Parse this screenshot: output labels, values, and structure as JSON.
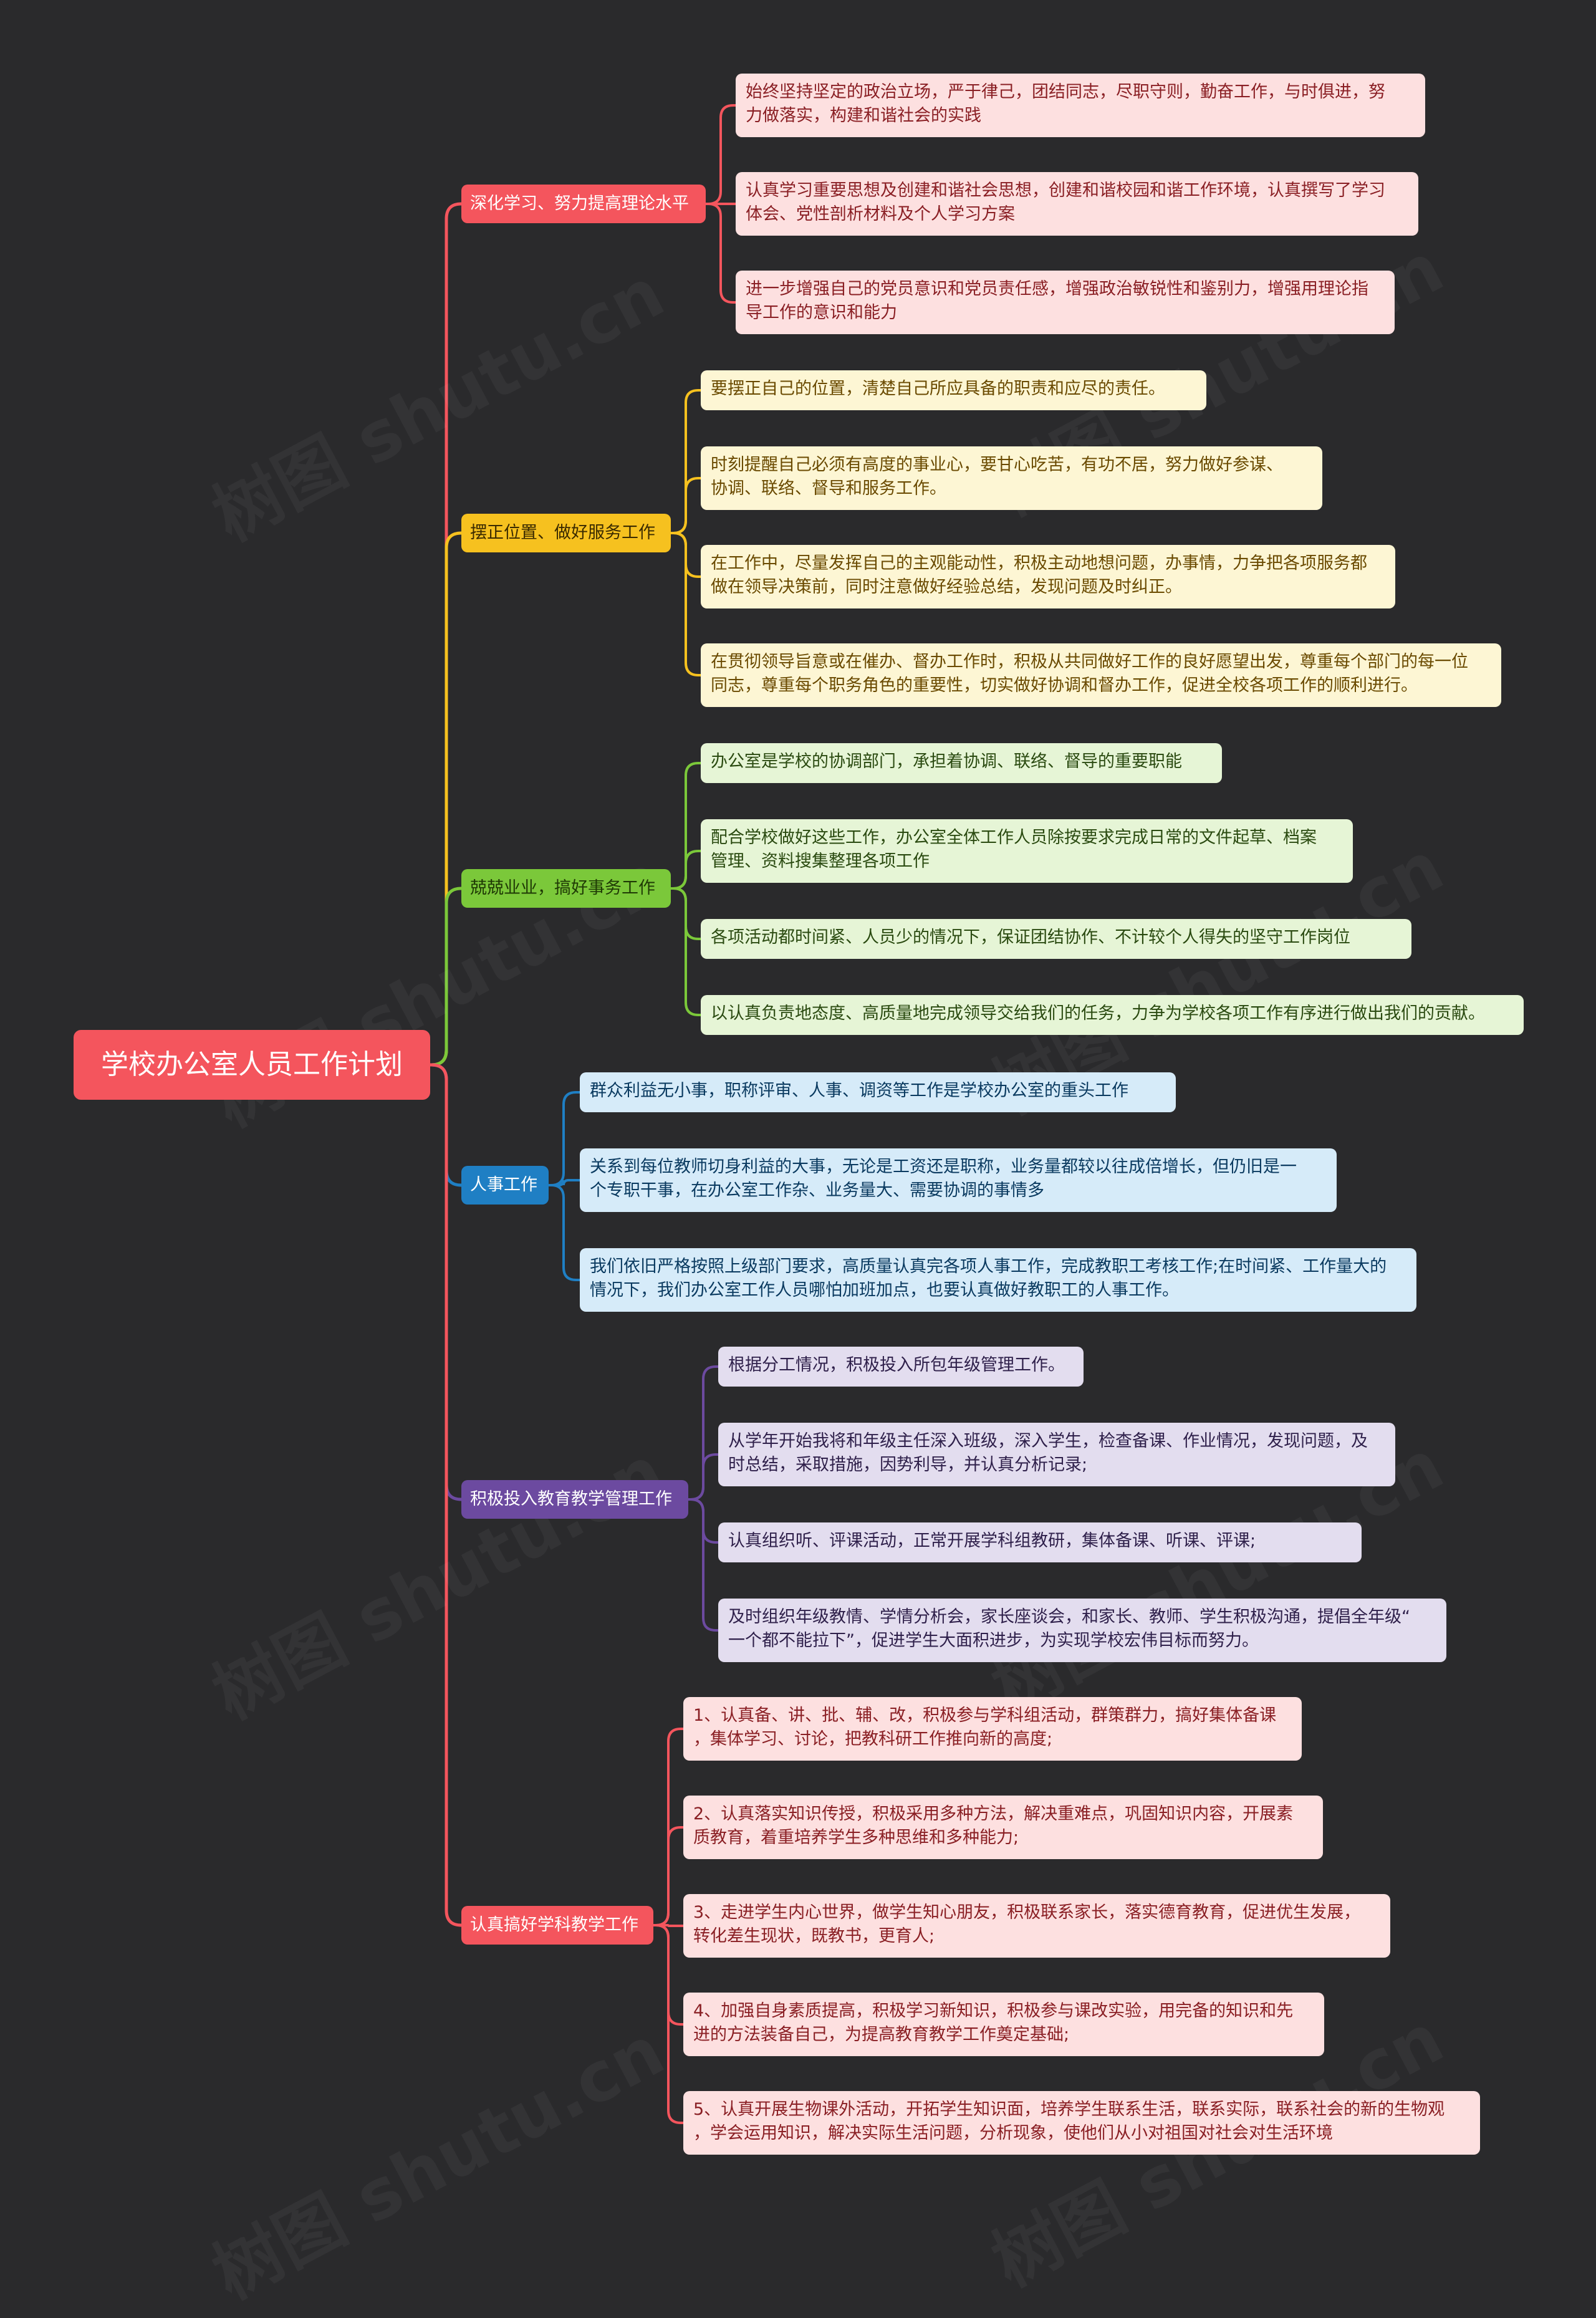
{
  "colors": {
    "background": "#2a2a2c",
    "root": "#f4555d",
    "branches": [
      "#f4555d",
      "#f6c11f",
      "#7bc83a",
      "#1f7fc4",
      "#6c4aa0",
      "#f4555d"
    ],
    "leaf_fills": [
      "#fde0e0",
      "#fdf6d4",
      "#e6f5d6",
      "#d6ebf9",
      "#e3ddef",
      "#fde0e0"
    ]
  },
  "root": {
    "label": "学校办公室人员工作计划"
  },
  "branches": [
    {
      "label": "深化学习、努力提高理论水平",
      "children": [
        "始终坚持坚定的政治立场，严于律己，团结同志，尽职守则，勤奋工作，与时俱进，努\n力做落实，构建和谐社会的实践",
        "认真学习重要思想及创建和谐社会思想，创建和谐校园和谐工作环境，认真撰写了学习\n体会、党性剖析材料及个人学习方案",
        "进一步增强自己的党员意识和党员责任感，增强政治敏锐性和鉴别力，增强用理论指\n导工作的意识和能力"
      ]
    },
    {
      "label": "摆正位置、做好服务工作",
      "children": [
        "要摆正自己的位置，清楚自己所应具备的职责和应尽的责任。",
        "时刻提醒自己必须有高度的事业心，要甘心吃苦，有功不居，努力做好参谋、\n协调、联络、督导和服务工作。",
        "在工作中，尽量发挥自己的主观能动性，积极主动地想问题，办事情，力争把各项服务都\n做在领导决策前，同时注意做好经验总结，发现问题及时纠正。",
        "在贯彻领导旨意或在催办、督办工作时，积极从共同做好工作的良好愿望出发，尊重每个部门的每一位\n同志，尊重每个职务角色的重要性，切实做好协调和督办工作，促进全校各项工作的顺利进行。"
      ]
    },
    {
      "label": "兢兢业业，搞好事务工作",
      "children": [
        "办公室是学校的协调部门，承担着协调、联络、督导的重要职能",
        "配合学校做好这些工作，办公室全体工作人员除按要求完成日常的文件起草、档案\n管理、资料搜集整理各项工作",
        "各项活动都时间紧、人员少的情况下，保证团结协作、不计较个人得失的坚守工作岗位",
        "以认真负责地态度、高质量地完成领导交给我们的任务，力争为学校各项工作有序进行做出我们的贡献。"
      ]
    },
    {
      "label": "人事工作",
      "children": [
        "群众利益无小事，职称评审、人事、调资等工作是学校办公室的重头工作",
        "关系到每位教师切身利益的大事，无论是工资还是职称，业务量都较以往成倍增长，但仍旧是一\n个专职干事，在办公室工作杂、业务量大、需要协调的事情多",
        "我们依旧严格按照上级部门要求，高质量认真完各项人事工作，完成教职工考核工作;在时间紧、工作量大的\n情况下，我们办公室工作人员哪怕加班加点，也要认真做好教职工的人事工作。"
      ]
    },
    {
      "label": "积极投入教育教学管理工作",
      "children": [
        "根据分工情况，积极投入所包年级管理工作。",
        "从学年开始我将和年级主任深入班级，深入学生，检查备课、作业情况，发现问题，及\n时总结，采取措施，因势利导，并认真分析记录;",
        "认真组织听、评课活动，正常开展学科组教研，集体备课、听课、评课;",
        "及时组织年级教情、学情分析会，家长座谈会，和家长、教师、学生积极沟通，提倡全年级“\n一个都不能拉下”，促进学生大面积进步，为实现学校宏伟目标而努力。"
      ]
    },
    {
      "label": "认真搞好学科教学工作",
      "children": [
        "1、认真备、讲、批、辅、改，积极参与学科组活动，群策群力，搞好集体备课\n，集体学习、讨论，把教科研工作推向新的高度;",
        "2、认真落实知识传授，积极采用多种方法，解决重难点，巩固知识内容，开展素\n质教育，着重培养学生多种思维和多种能力;",
        "3、走进学生内心世界，做学生知心朋友，积极联系家长，落实德育教育，促进优生发展，\n转化差生现状，既教书，更育人;",
        "4、加强自身素质提高，积极学习新知识，积极参与课改实验，用完备的知识和先\n进的方法装备自己，为提高教育教学工作奠定基础;",
        "5、认真开展生物课外活动，开拓学生知识面，培养学生联系生活，联系实际，联系社会的新的生物观\n，学会运用知识，解决实际生活问题，分析现象，使他们从小对祖国对社会对生活环境"
      ]
    }
  ]
}
